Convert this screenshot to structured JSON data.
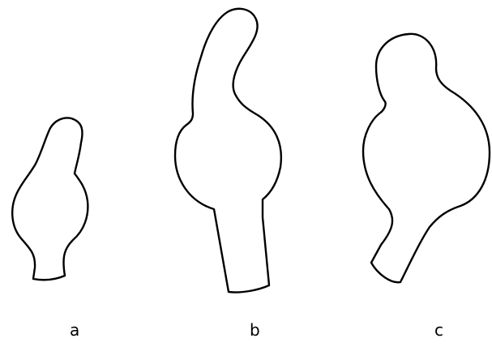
{
  "labels": {
    "a": "a",
    "b": "b",
    "c": "c"
  },
  "colors": {
    "stroke": "#000000",
    "background": "#ffffff"
  }
}
